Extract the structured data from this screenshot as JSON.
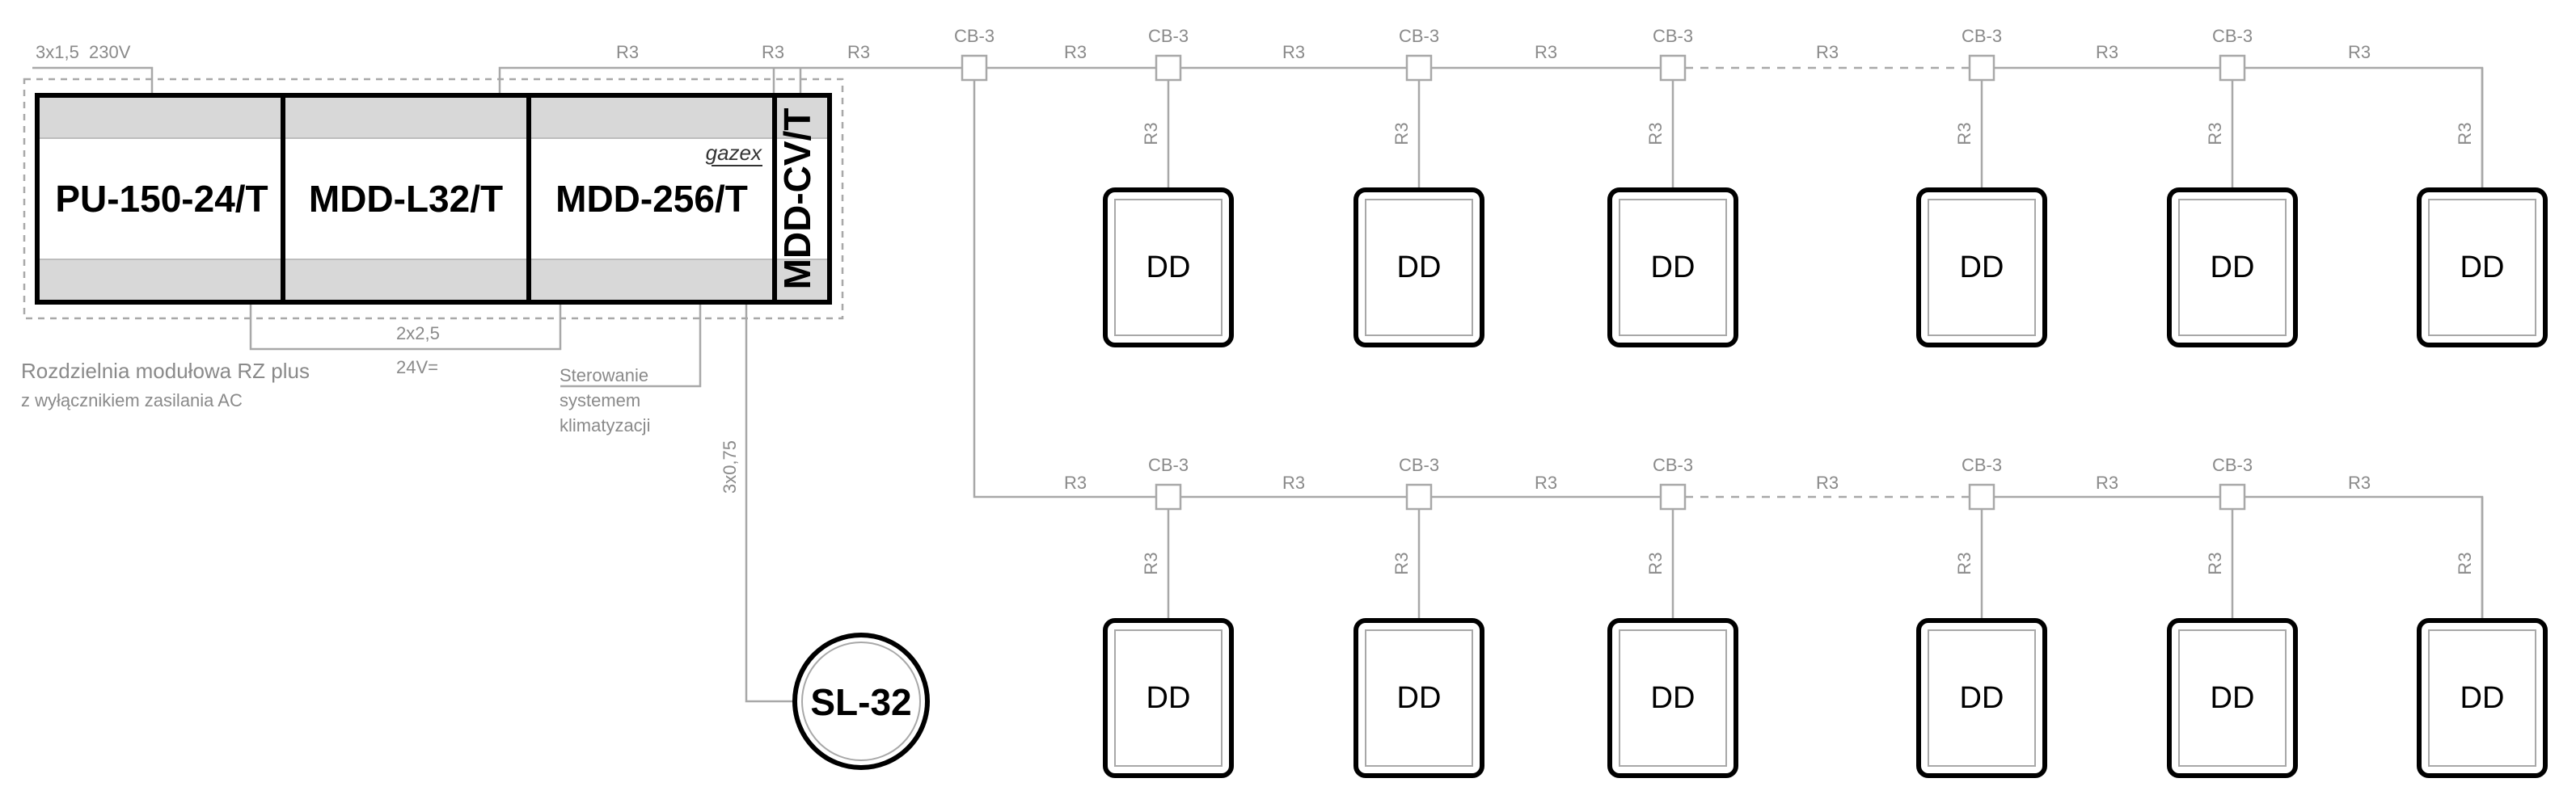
{
  "supply_label": "3x1,5  230V",
  "cable_r3": "R3",
  "junction_label": "CB-3",
  "modules": {
    "pu": "PU-150-24/T",
    "mdd_l32": "MDD-L32/T",
    "mdd_256": "MDD-256/T",
    "mdd_cv": "MDD-CV/T",
    "brand": "gazex"
  },
  "cable_24v": {
    "line1": "2x2,5",
    "line2": "24V="
  },
  "control_note": [
    "Sterowanie",
    "systemem",
    "klimatyzacji"
  ],
  "cabinet_caption": {
    "line1": "Rozdzielnia modułowa RZ plus",
    "line2": "z wyłącznikiem zasilania AC"
  },
  "signal_cable": "3x0,75",
  "signaller": "SL-32",
  "detector": "DD",
  "top_row": {
    "count": 6,
    "gap_after": 3
  },
  "bottom_row": {
    "count": 6,
    "gap_after": 3
  }
}
